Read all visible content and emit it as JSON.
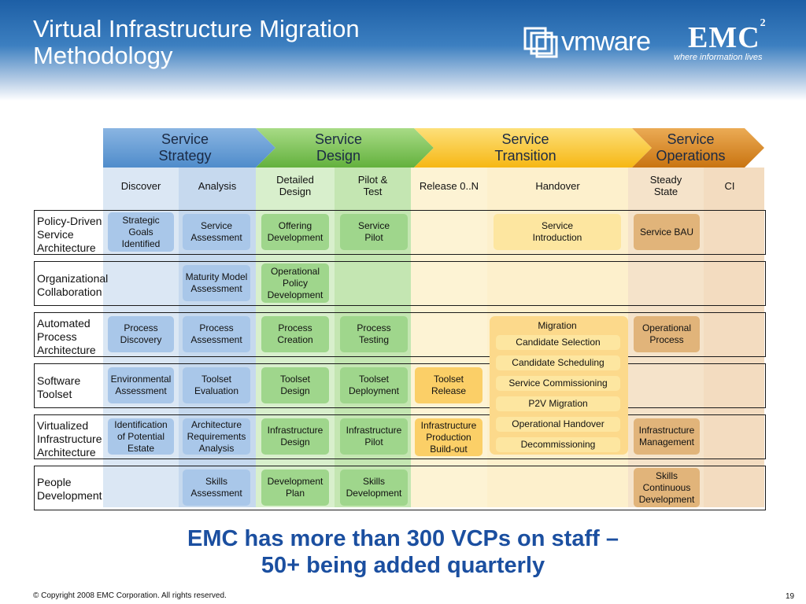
{
  "title": "Virtual Infrastructure Migration\nMethodology",
  "logos": {
    "vmware": "vmware",
    "emc": "EMC",
    "emc_superscript": "2",
    "emc_tagline": "where information lives"
  },
  "phases": [
    {
      "label": "Service\nStrategy",
      "color": "#5b9bd5"
    },
    {
      "label": "Service\nDesign",
      "color": "#7cc35a"
    },
    {
      "label": "Service\nTransition",
      "color": "#fbc02d"
    },
    {
      "label": "Service\nOperations",
      "color": "#d88a1e"
    }
  ],
  "subphases": [
    "Discover",
    "Analysis",
    "Detailed\nDesign",
    "Pilot &\nTest",
    "Release 0..N",
    "Handover",
    "Steady\nState",
    "CI"
  ],
  "rows": [
    {
      "label": "Policy-Driven\nService\nArchitecture",
      "cells": [
        "Strategic\nGoals\nIdentified",
        "Service\nAssessment",
        "Offering\nDevelopment",
        "Service\nPilot",
        "Service\nIntroduction",
        "Service BAU"
      ]
    },
    {
      "label": "Organizational\nCollaboration",
      "cells": [
        "Maturity Model\nAssessment",
        "Operational\nPolicy\nDevelopment"
      ]
    },
    {
      "label": "Automated\nProcess\nArchitecture",
      "cells": [
        "Process\nDiscovery",
        "Process\nAssessment",
        "Process\nCreation",
        "Process\nTesting",
        "Migration",
        "Candidate Selection",
        "Operational\nProcess"
      ]
    },
    {
      "label": "Software\nToolset",
      "cells": [
        "Environmental\nAssessment",
        "Toolset\nEvaluation",
        "Toolset\nDesign",
        "Toolset\nDeployment",
        "Toolset\nRelease",
        "Candidate Scheduling",
        "Service Commissioning",
        "P2V Migration"
      ]
    },
    {
      "label": "Virtualized\nInfrastructure\nArchitecture",
      "cells": [
        "Identification\nof Potential\nEstate",
        "Architecture\nRequirements\nAnalysis",
        "Infrastructure\nDesign",
        "Infrastructure\nPilot",
        "Infrastructure\nProduction\nBuild-out",
        "Operational Handover",
        "Decommissioning",
        "Infrastructure\nManagement"
      ]
    },
    {
      "label": "People\nDevelopment",
      "cells": [
        "Skills\nAssessment",
        "Development\nPlan",
        "Skills\nDevelopment",
        "Skills\nContinuous\nDevelopment"
      ]
    }
  ],
  "slogan": "EMC has more than 300 VCPs on staff –\n50+ being added quarterly",
  "footer": "© Copyright 2008 EMC Corporation. All rights reserved.",
  "page_number": "19"
}
